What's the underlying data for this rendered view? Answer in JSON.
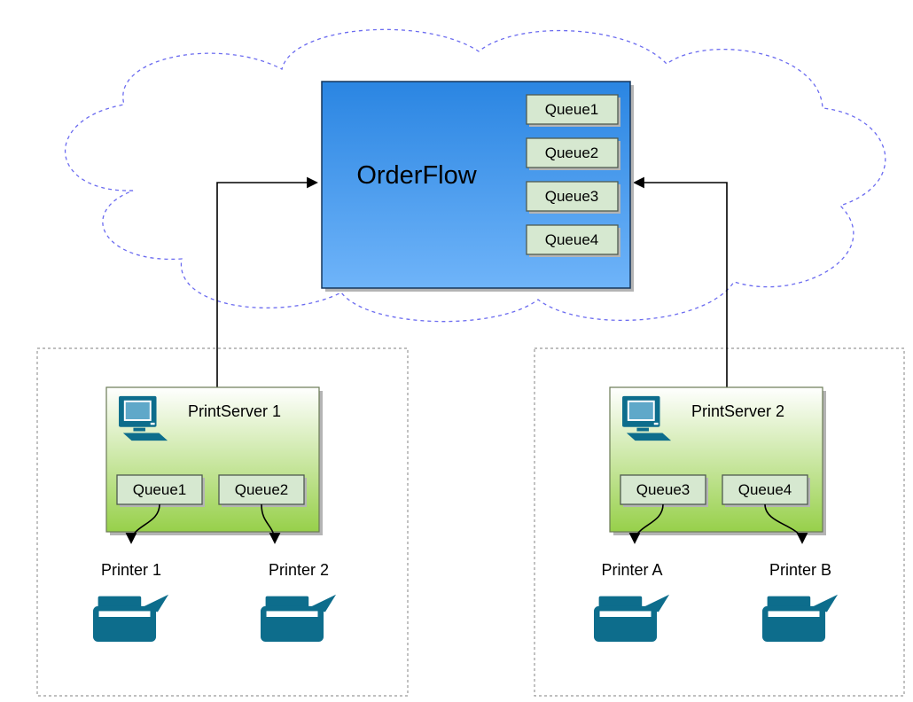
{
  "colors": {
    "cloud_border": "#6b6bf0",
    "orderflow_gradient_top": "#2a85e2",
    "orderflow_gradient_bottom": "#6fb4f9",
    "orderflow_border": "#16365c",
    "queue_box_fill": "#d6e8d0",
    "queue_box_border": "#4f5a4f",
    "server_gradient_top": "#ffffff",
    "server_gradient_bottom": "#97d04a",
    "device_teal": "#0d6d8c",
    "device_screen": "#5fa8c9",
    "arrow_color": "#000000",
    "container_border": "#999999",
    "shadow": "#b4b4b4"
  },
  "cloud": {
    "title": "OrderFlow",
    "queues": [
      "Queue1",
      "Queue2",
      "Queue3",
      "Queue4"
    ]
  },
  "servers": [
    {
      "name": "PrintServer 1",
      "queues": [
        "Queue1",
        "Queue2"
      ],
      "printers": [
        "Printer 1",
        "Printer 2"
      ]
    },
    {
      "name": "PrintServer 2",
      "queues": [
        "Queue3",
        "Queue4"
      ],
      "printers": [
        "Printer A",
        "Printer B"
      ]
    }
  ]
}
